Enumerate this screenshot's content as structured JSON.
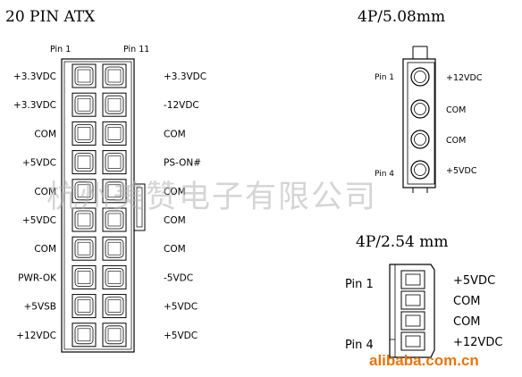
{
  "atx20": {
    "title": "20 PIN ATX",
    "pin1_label": "Pin 1",
    "pin11_label": "Pin 11",
    "left_labels": [
      "+3.3VDC",
      "+3.3VDC",
      "COM",
      "+5VDC",
      "COM",
      "+5VDC",
      "COM",
      "PWR-OK",
      "+5VSB",
      "+12VDC"
    ],
    "right_labels": [
      "+3.3VDC",
      "-12VDC",
      "COM",
      "PS-ON#",
      "COM",
      "COM",
      "COM",
      "-5VDC",
      "+5VDC",
      "+5VDC"
    ]
  },
  "p4_508": {
    "title": "4P/5.08mm",
    "pin1_label": "Pin 1",
    "pin4_label": "Pin 4",
    "labels": [
      "+12VDC",
      "COM",
      "COM",
      "+5VDC"
    ]
  },
  "p4_254": {
    "title": "4P/2.54 mm",
    "pin1_label": "Pin 1",
    "pin4_label": "Pin 4",
    "labels": [
      "+5VDC",
      "COM",
      "COM",
      "+12VDC"
    ]
  },
  "watermark": {
    "company": "杭州美赞电子有限公司",
    "site": "alibaba.com.cn",
    "site_color": "#e8760e"
  }
}
